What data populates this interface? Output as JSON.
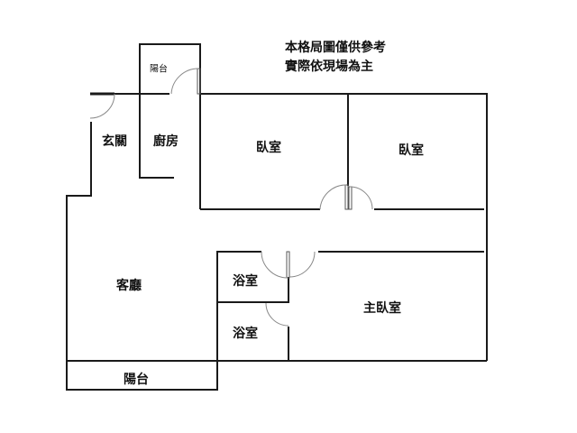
{
  "note": {
    "line1": "本格局圖僅供參考",
    "line2": "實際依現場為主"
  },
  "rooms": {
    "entrance": "玄關",
    "kitchen": "廚房",
    "kitchen_balcony": "陽台",
    "bedroom1": "臥室",
    "bedroom2": "臥室",
    "living_room": "客廳",
    "bathroom1": "浴室",
    "bathroom2": "浴室",
    "master_bedroom": "主臥室",
    "living_balcony": "陽台"
  },
  "colors": {
    "wall": "#1a1a1a",
    "door_arc": "#888888"
  }
}
